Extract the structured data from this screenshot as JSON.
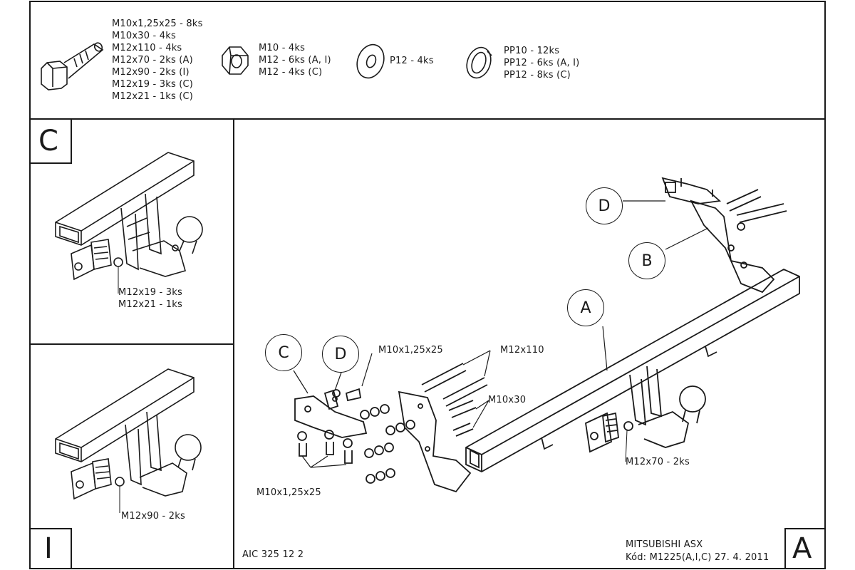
{
  "parts": {
    "bolts": [
      "M10x1,25x25 - 8ks",
      "M10x30 - 4ks",
      "M12x110 - 4ks",
      "M12x70 - 2ks (A)",
      "M12x90 - 2ks (I)",
      "M12x19 - 3ks (C)",
      "M12x21 - 1ks (C)"
    ],
    "nuts": [
      "M10 - 4ks",
      "M12 - 6ks (A, I)",
      "M12 - 4ks (C)"
    ],
    "washers": [
      "P12 - 4ks"
    ],
    "spring_washers": [
      "PP10 - 12ks",
      "PP12 - 6ks (A, I)",
      "PP12 - 8ks (C)"
    ]
  },
  "panel_c": {
    "letter": "C",
    "labels": [
      "M12x19 - 3ks",
      "M12x21 - 1ks"
    ]
  },
  "panel_i": {
    "letter": "I",
    "label": "M12x90 - 2ks"
  },
  "main": {
    "callouts": {
      "a": "A",
      "b": "B",
      "c": "C",
      "d1": "D",
      "d2": "D"
    },
    "labels": {
      "bolt_left": "M10x1,25x25",
      "bolt_110": "M12x110",
      "bolt_30": "M10x30",
      "bolt_70": "M12x70 - 2ks",
      "bolt_bottom": "M10x1,25x25"
    },
    "letter": "A"
  },
  "footer": {
    "code": "AIC 325 12 2",
    "model": "MITSUBISHI ASX",
    "kod": "Kód: M1225(A,I,C)  27. 4. 2011"
  }
}
